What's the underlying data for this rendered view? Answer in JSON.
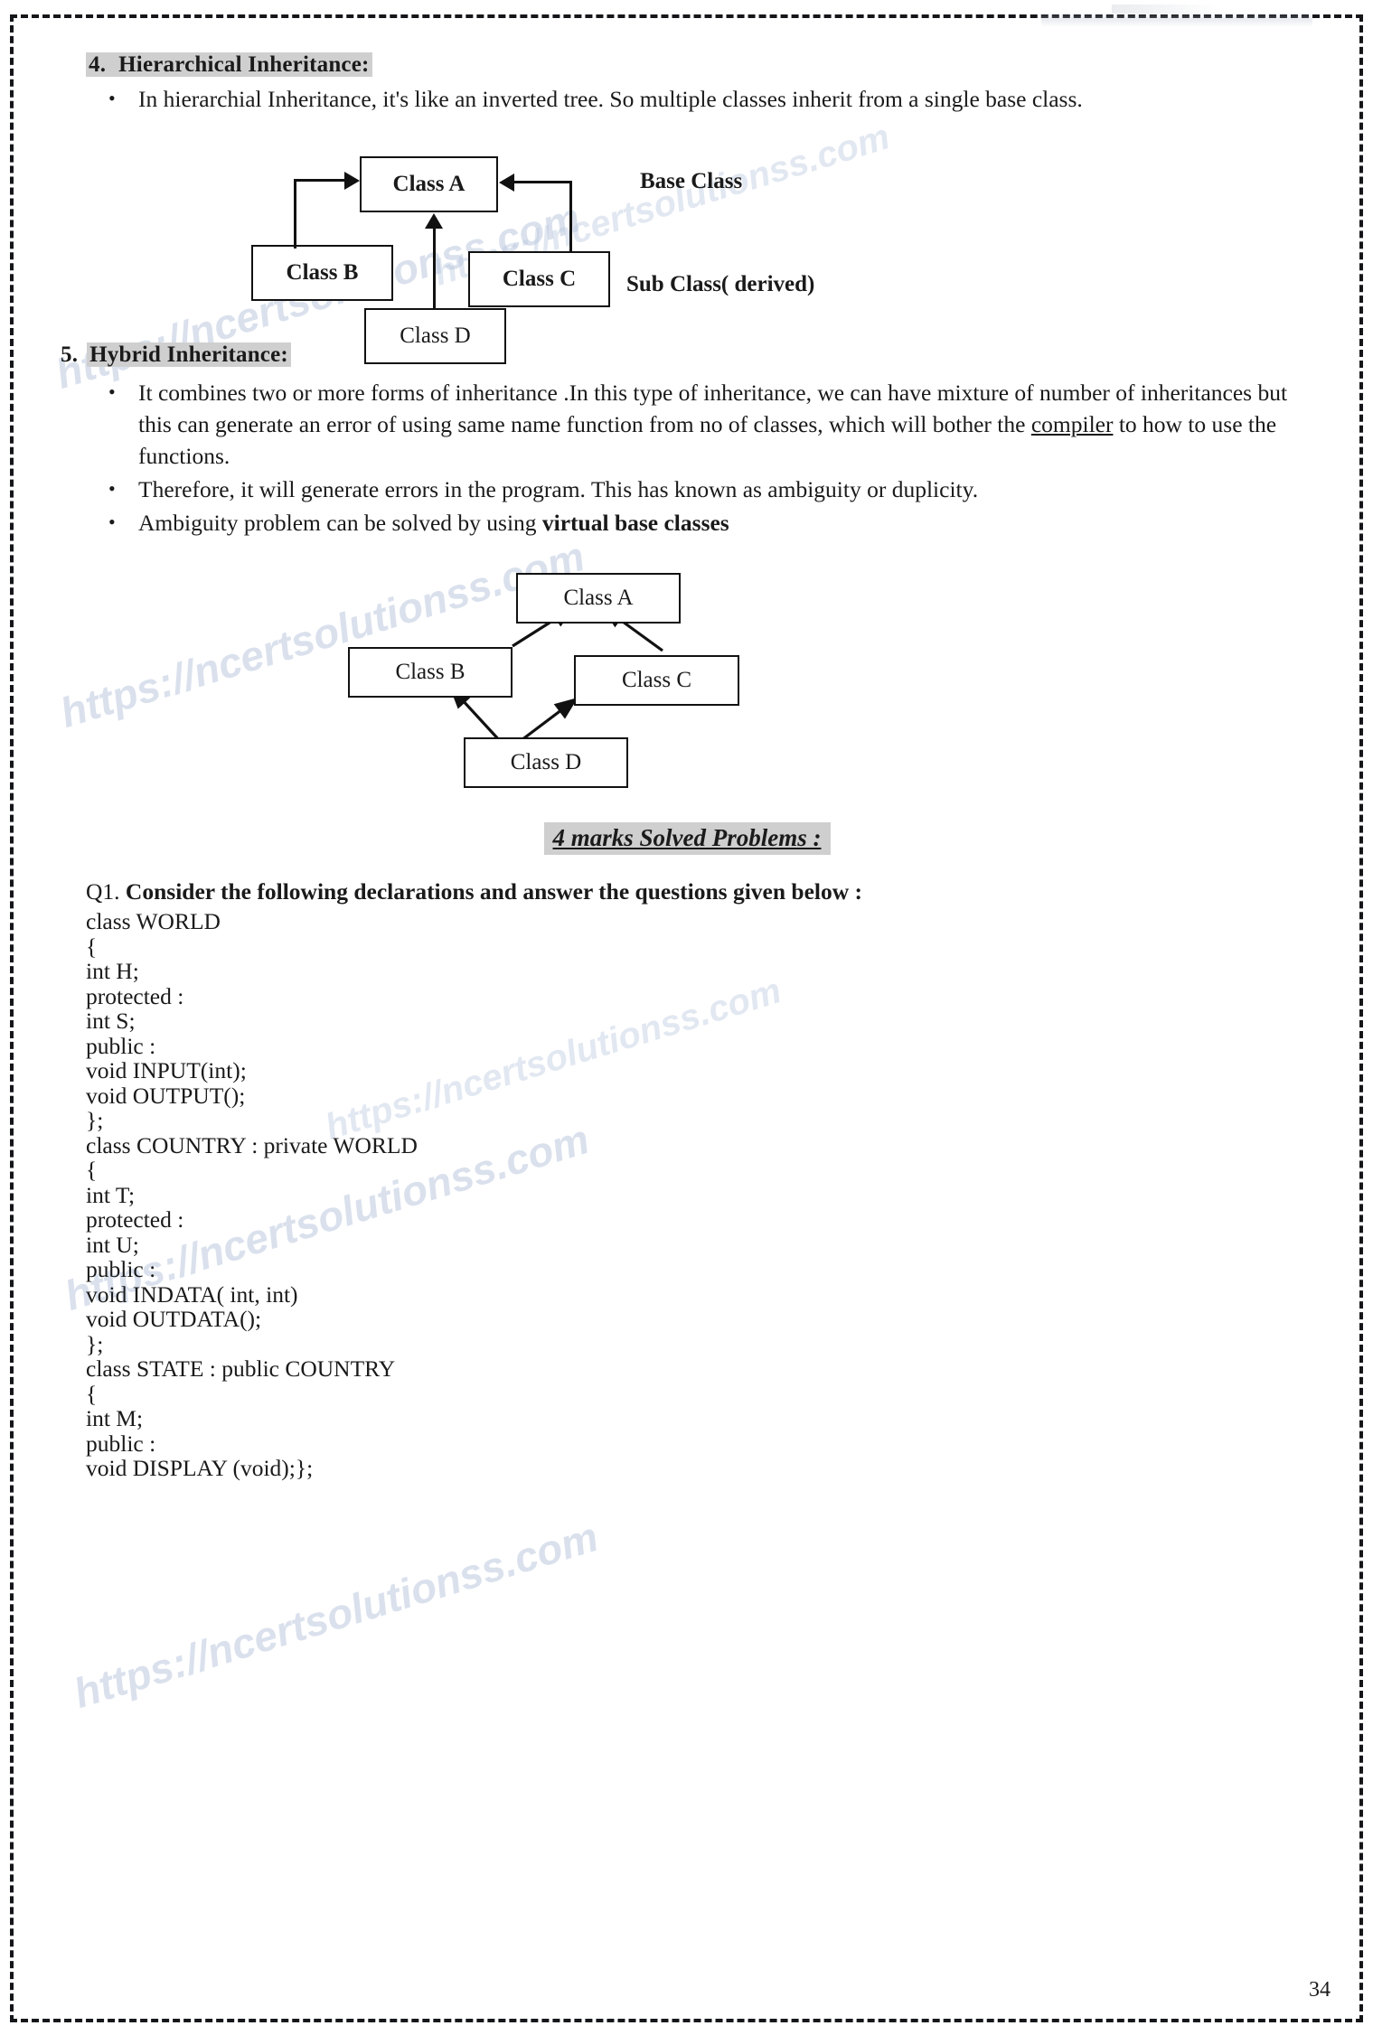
{
  "document": {
    "page_number": "34",
    "watermark_text": "https://ncertsolutionss.com"
  },
  "sections": [
    {
      "number": "4.",
      "heading": "Hierarchical Inheritance:",
      "bullets": [
        "In hierarchial Inheritance, it's like an inverted tree. So multiple classes inherit from a single base class."
      ]
    },
    {
      "number": "5.",
      "heading": "Hybrid Inheritance:",
      "bullets": [
        "It combines two or more forms of inheritance .In this type of inheritance, we can have mixture of number of inheritances but this can generate an error of using same name function from no of classes, which will bother the compiler to how to use the functions.",
        "Therefore, it will generate errors in the program. This has known as ambiguity or duplicity.",
        "Ambiguity problem can be solved by using virtual base classes"
      ]
    }
  ],
  "diagram_hierarchical": {
    "boxes": {
      "a": "Class A",
      "b": "Class B",
      "c": "Class C",
      "d": "Class D"
    },
    "labels": {
      "base": "Base Class",
      "sub": "Sub Class( derived)"
    }
  },
  "diagram_hybrid": {
    "boxes": {
      "a": "Class A",
      "b": "Class B",
      "c": "Class C",
      "d": "Class D"
    }
  },
  "solved_problems": {
    "banner": "4 marks Solved Problems  :",
    "question_prefix": "Q1.",
    "question": "Consider the following declarations and answer the questions given below :",
    "code_lines": [
      "class WORLD",
      "{",
      "int H;",
      "protected :",
      "int S;",
      "public :",
      "void INPUT(int);",
      "void OUTPUT();",
      "};",
      "class COUNTRY : private WORLD",
      "{",
      "int T;",
      "protected :",
      "int U;",
      "public :",
      "void INDATA( int, int)",
      "void OUTDATA();",
      "};",
      "class STATE : public COUNTRY",
      "{",
      "int M;",
      "public :",
      "void DISPLAY (void);};"
    ]
  }
}
